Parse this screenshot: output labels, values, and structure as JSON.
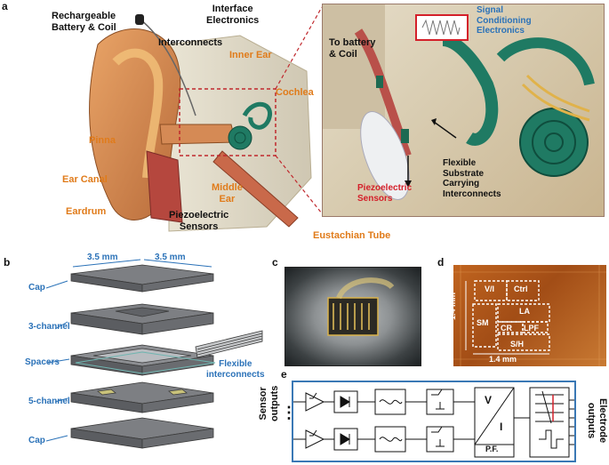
{
  "panels": {
    "a": "a",
    "b": "b",
    "c": "c",
    "d": "d",
    "e": "e"
  },
  "colors": {
    "orange": "#e07b1a",
    "blue": "#2b72b8",
    "red": "#d4202a",
    "teal": "#1f7a63"
  },
  "panel_a": {
    "battery": "Rechargeable\nBattery & Coil",
    "interconnects": "Interconnects",
    "interface": "Interface\nElectronics",
    "inner_ear": "Inner Ear",
    "cochlea": "Cochlea",
    "pinna": "Pinna",
    "ear_canal": "Ear Canal",
    "eardrum": "Eardrum",
    "middle_ear": "Middle\nEar",
    "piezo": "Piezoelectric\nSensors",
    "eustachian": "Eustachian Tube",
    "inset_battery": "To battery\n& Coil",
    "signal": "Signal\nConditioning\nElectronics",
    "flexible": "Flexible\nSubstrate\nCarrying\nInterconnects",
    "inset_piezo": "Piezoelectric\nSensors"
  },
  "panel_b": {
    "dim1": "3.5 mm",
    "dim2": "3.5 mm",
    "cap_top": "Cap",
    "three_ch": "3-channel",
    "spacers": "Spacers",
    "five_ch": "5-channel",
    "cap_bottom": "Cap",
    "flex": "Flexible\ninterconnects"
  },
  "panel_d": {
    "vi": "V/I",
    "ctrl": "Ctrl",
    "la": "LA",
    "sm": "SM",
    "cr": "CR",
    "lpf": "LPF",
    "sh": "S/H",
    "dim_v": "1.4 mm",
    "dim_h": "1.4 mm"
  },
  "panel_e": {
    "sensor_outputs": "Sensor\noutputs",
    "electrode_outputs": "Electrode\noutputs",
    "dots": "⋮",
    "converter_v": "V",
    "converter_i": "I",
    "pf": "P.F."
  }
}
